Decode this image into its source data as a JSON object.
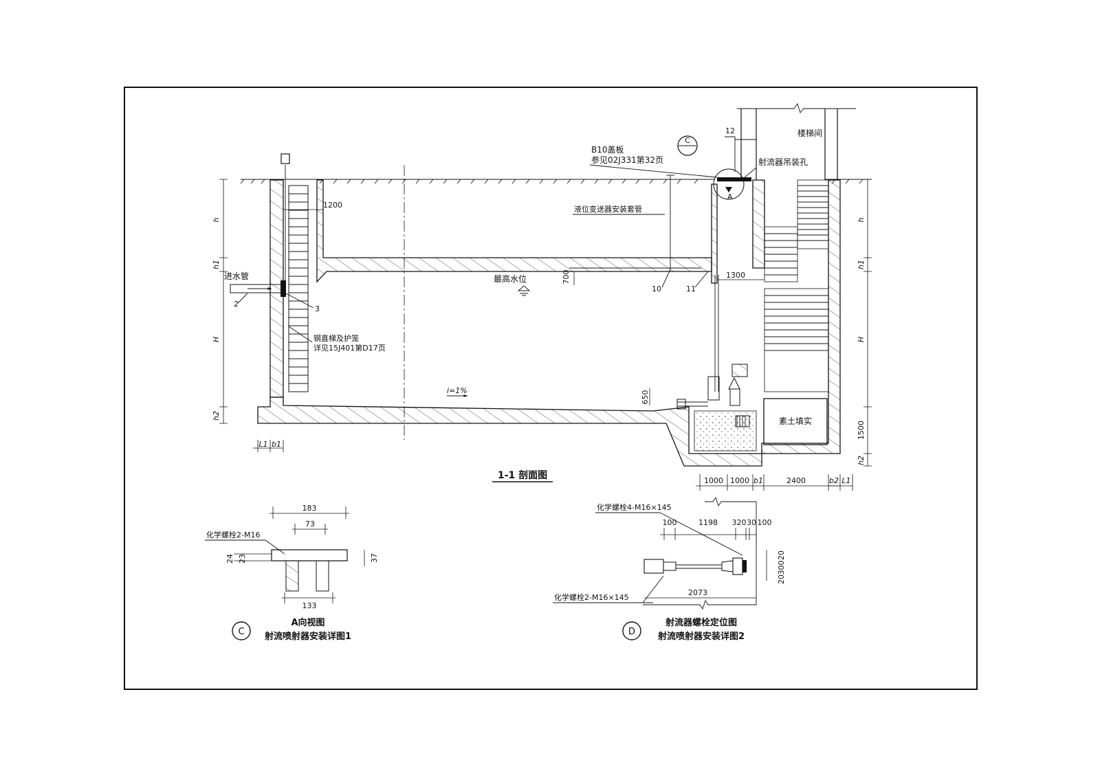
{
  "titles": {
    "section": "1-1 剖面图",
    "detail_c_name": "A向视图",
    "detail_c_sub": "射流喷射器安装详图1",
    "detail_d_name": "射流器螺栓定位图",
    "detail_d_sub": "射流喷射器安装详图2"
  },
  "markers": {
    "c": "C",
    "d": "D",
    "a": "A"
  },
  "labels": {
    "cover_plate": "B10盖板",
    "cover_plate_ref": "参见02J331第32页",
    "stairwell": "楼梯间",
    "ejector_hole": "射流器吊装孔",
    "level_sleeve": "液位变送器安装套管",
    "max_water_level": "最高水位",
    "inlet_pipe": "进水管",
    "ladder": "钢直梯及护笼",
    "ladder_ref": "详见15J401第D17页",
    "backfill": "素土填实",
    "slope": "i=1%",
    "chem_bolt_c": "化学螺栓2-M16",
    "chem_bolt_d1": "化学螺栓4-M16×145",
    "chem_bolt_d2": "化学螺栓2-M16×145"
  },
  "callouts": {
    "n2": "2",
    "n3": "3",
    "n10": "10",
    "n11": "11",
    "n12": "12"
  },
  "dimensions": {
    "d1200": "1200",
    "d700": "700",
    "d1300": "1300",
    "d650": "650",
    "d1500": "1500",
    "d1000a": "1000",
    "d1000b": "1000",
    "d2400": "2400",
    "h": "h",
    "h1": "h1",
    "H": "H",
    "h2": "h2",
    "L1": "L1",
    "b1": "b1",
    "b2": "b2",
    "c183": "183",
    "c73": "73",
    "c133": "133",
    "c24": "24",
    "c23": "23",
    "c37": "37",
    "d100a": "100",
    "d1198": "1198",
    "d320": "320",
    "d30": "30",
    "d100b": "100",
    "d2073": "2073",
    "d20a": "20",
    "d300": "300",
    "d20b": "20"
  }
}
